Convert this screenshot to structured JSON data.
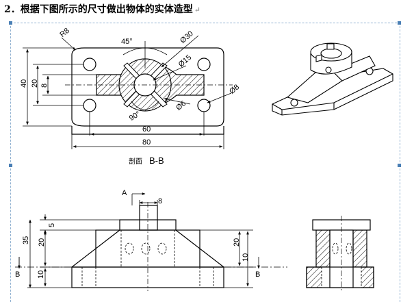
{
  "title": {
    "text": "2．根据下图所示的尺寸做出物体的实体造型",
    "mark": "↵"
  },
  "labels": {
    "r8": "R8",
    "angle45": "45°",
    "phi30": "Ø30",
    "phi15": "Ø15",
    "phi8": "Ø8",
    "phi6": "Ø6",
    "angle90": "90°",
    "d40": "40",
    "d20": "20",
    "d8": "8",
    "d60": "60",
    "d80": "80",
    "section": "剖面",
    "section_name": "B-B",
    "a_label": "A",
    "a_dim8": "8",
    "d5": "5",
    "d35": "35",
    "d20_front": "20",
    "d10_front": "10",
    "b_left": "B",
    "b_right": "B",
    "d20_right": "20",
    "d10_right": "10"
  }
}
